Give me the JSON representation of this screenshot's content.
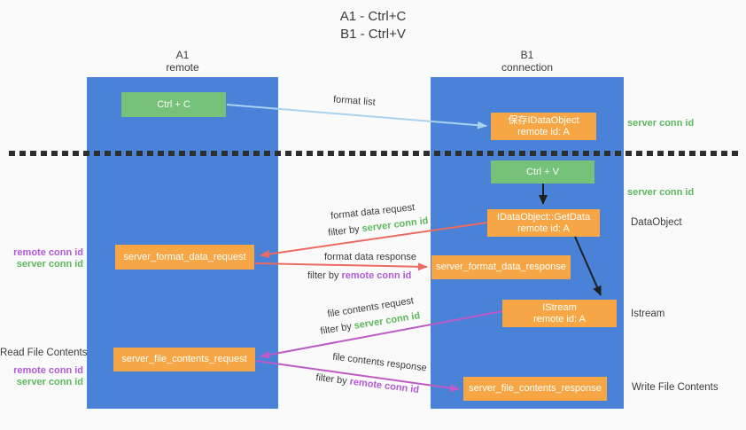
{
  "title": {
    "line1": "A1 - Ctrl+C",
    "line2": "B1 - Ctrl+V"
  },
  "lanes": {
    "left": {
      "id": "A1",
      "role": "remote"
    },
    "right": {
      "id": "B1",
      "role": "connection"
    }
  },
  "nodes": {
    "ctrl_c": {
      "label": "Ctrl + C"
    },
    "save_idataobject": {
      "line1": "保存IDataObject",
      "line2": "remote id: A"
    },
    "ctrl_v": {
      "label": "Ctrl + V"
    },
    "getdata": {
      "line1": "IDataObject::GetData",
      "line2": "remote id: A"
    },
    "format_request": {
      "label": "server_format_data_request"
    },
    "format_response": {
      "label": "server_format_data_response"
    },
    "istream": {
      "line1": "IStream",
      "line2": "remote id: A"
    },
    "file_request": {
      "label": "server_file_contents_request"
    },
    "file_response": {
      "label": "server_file_contents_response"
    }
  },
  "flows": {
    "format_list": {
      "label": "format list"
    },
    "format_data_request": {
      "label": "format data request",
      "filter_prefix": "filter by",
      "filter_value": "server conn id"
    },
    "format_data_response": {
      "label": "format data response",
      "filter_prefix": "filter by",
      "filter_value": "remote conn id"
    },
    "file_contents_request": {
      "label": "file contents request",
      "filter_prefix": "filter by",
      "filter_value": "server conn id"
    },
    "file_contents_response": {
      "label": "file contents response",
      "filter_prefix": "filter by",
      "filter_value": "remote conn id"
    }
  },
  "left_annotations": {
    "format_remote_conn": "remote conn id",
    "format_server_conn": "server conn id",
    "read_file": "Read File Contents",
    "file_remote_conn": "remote conn id",
    "file_server_conn": "server conn id"
  },
  "right_annotations": {
    "save_server_conn": "server conn id",
    "paste_server_conn": "server conn id",
    "dataobject": "DataObject",
    "istream": "Istream",
    "write_file": "Write File Contents"
  },
  "colors": {
    "lane_blue": "#4a82d8",
    "node_orange": "#f6a644",
    "node_green": "#76c279",
    "arrow_light_blue": "#a8d2f0",
    "arrow_red": "#ed6a62",
    "arrow_magenta": "#bd5bc6",
    "arrow_black": "#1f1f1f",
    "label_green": "#5cb85c",
    "label_purple": "#b05ad6",
    "text_dark": "#3c3c3c",
    "background": "#fafafa"
  }
}
